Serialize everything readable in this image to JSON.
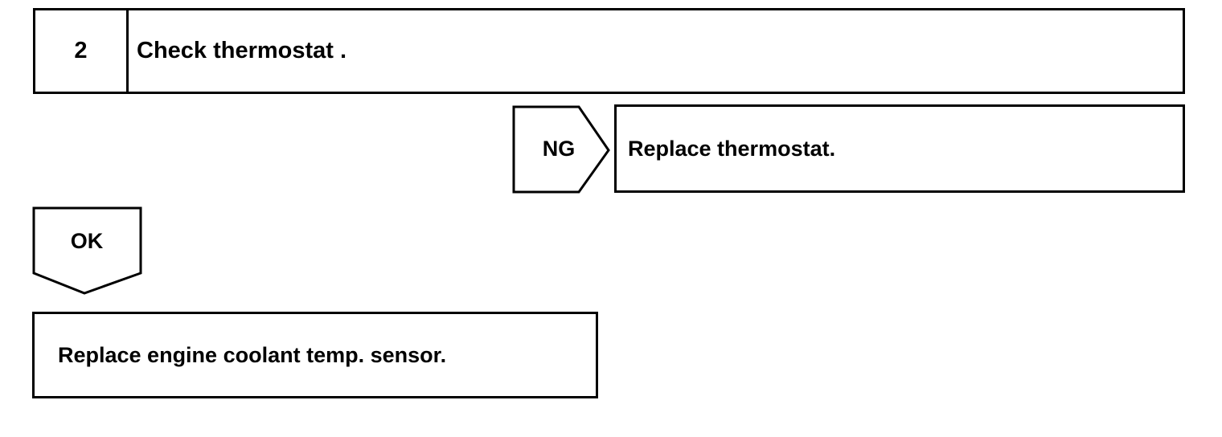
{
  "step": {
    "number": "2",
    "title": "Check thermostat ."
  },
  "branches": {
    "ng": {
      "tag": "NG",
      "action": "Replace thermostat."
    },
    "ok": {
      "tag": "OK",
      "action": "Replace engine coolant temp. sensor."
    }
  }
}
